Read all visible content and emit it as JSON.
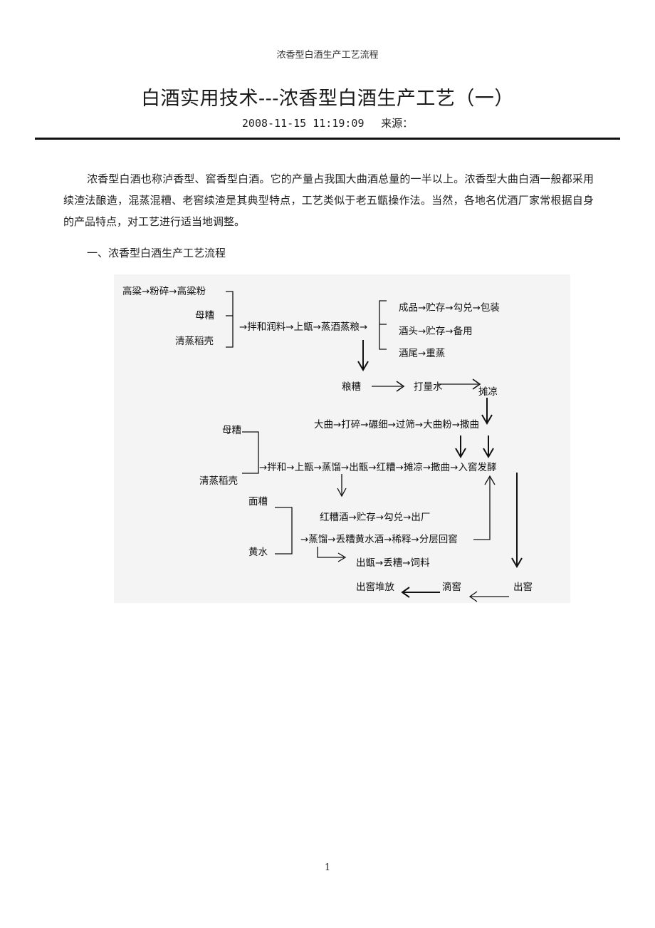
{
  "header": {
    "running_title": "浓香型白酒生产工艺流程"
  },
  "article": {
    "title": "白酒实用技术---浓香型白酒生产工艺（一）",
    "date": "2008-11-15 11:19:09",
    "source_label": "来源："
  },
  "body": {
    "paragraph": "浓香型白酒也称泸香型、窖香型白酒。它的产量占我国大曲酒总量的一半以上。浓香型大曲白酒一般都采用续渣法酿造，混蒸混糟、老窖续渣是其典型特点，工艺类似于老五甑操作法。当然，各地名优酒厂家常根据自身的产品特点，对工艺进行适当地调整。",
    "section_heading": "一、浓香型白酒生产工艺流程"
  },
  "diagram": {
    "background": "#f4f4f4",
    "nodes": {
      "n1": "高粱→粉碎→高粱粉",
      "n2": "母糟",
      "n3": "清蒸稻壳",
      "n4": "→拌和润料→上甑→蒸酒蒸粮→",
      "n5": "成品→贮存→勾兑→包装",
      "n6": "酒头→贮存→备用",
      "n7": "酒尾→重蒸",
      "n8": "粮糟",
      "n9": "打量水",
      "n10": "摊凉",
      "n11": "大曲→打碎→碾细→过筛→大曲粉→撒曲",
      "n12": "母糟",
      "n13": "清蒸稻壳",
      "n14": "→拌和→上甑→蒸馏→出甑→红糟→摊凉→撒曲→入窖发酵",
      "n15": "面糟",
      "n16": "红糟酒→贮存→勾兑→出厂",
      "n17": "→蒸馏→丢糟黄水酒→稀释→分层回窖",
      "n18": "黄水",
      "n19": "出甑→丢糟→饲料",
      "n20": "出窖堆放",
      "n21": "滴窖",
      "n22": "出窖"
    }
  },
  "footer": {
    "page_number": "1"
  }
}
